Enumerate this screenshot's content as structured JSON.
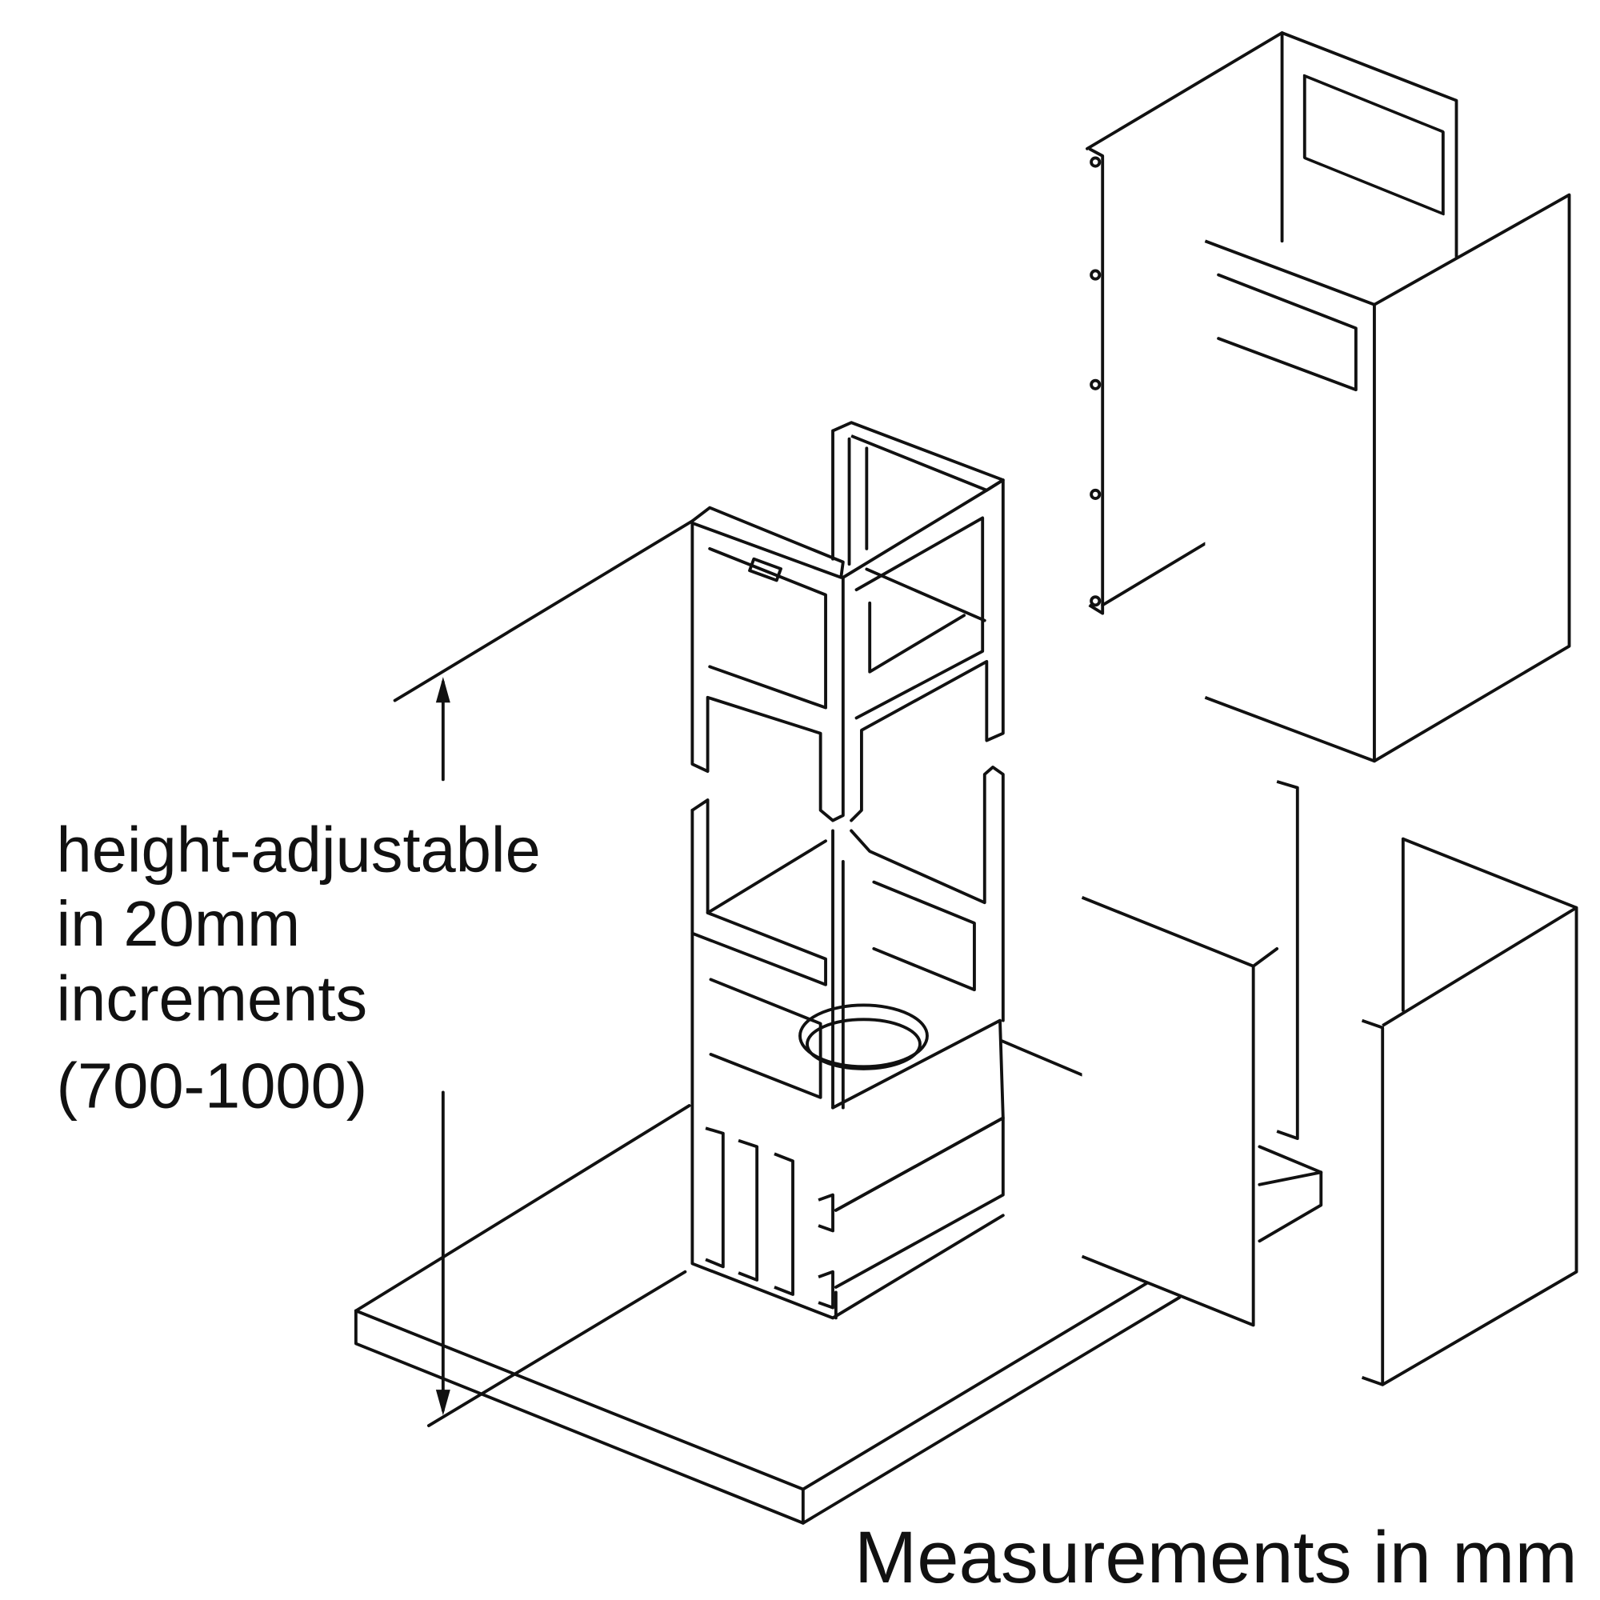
{
  "labels": {
    "height_note": [
      "height-adjustable",
      "in 20mm",
      "increments",
      "(700-1000)"
    ],
    "measurements_note": "Measurements in mm"
  },
  "colors": {
    "line": "#111111",
    "background": "#ffffff"
  }
}
